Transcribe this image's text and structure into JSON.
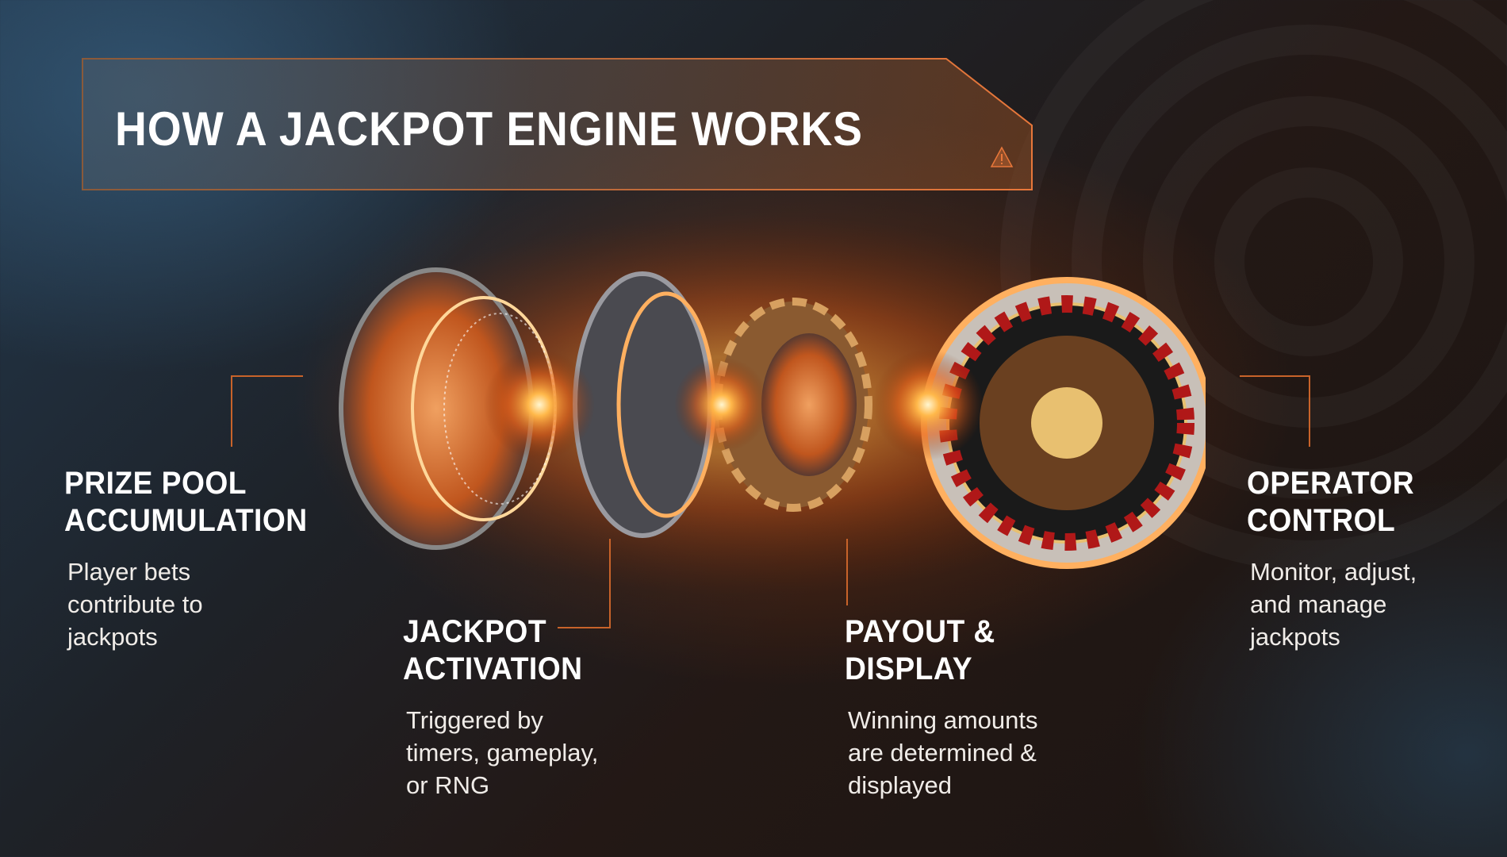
{
  "header": {
    "title": "HOW A JACKPOT ENGINE WORKS",
    "icon": "warning-icon"
  },
  "colors": {
    "accent": "#e8773a",
    "line": "#c8632a",
    "text": "#ffffff"
  },
  "steps": [
    {
      "title_line1": "PRIZE POOL",
      "title_line2": "ACCUMULATION",
      "desc_line1": "Player bets",
      "desc_line2": "contribute to",
      "desc_line3": "jackpots"
    },
    {
      "title_line1": "JACKPOT",
      "title_line2": "ACTIVATION",
      "desc_line1": "Triggered by",
      "desc_line2": "timers, gameplay,",
      "desc_line3": "or RNG"
    },
    {
      "title_line1": "PAYOUT &",
      "title_line2": "DISPLAY",
      "desc_line1": "Winning amounts",
      "desc_line2": "are determined &",
      "desc_line3": "displayed"
    },
    {
      "title_line1": "OPERATOR",
      "title_line2": "CONTROL",
      "desc_line1": "Monitor, adjust,",
      "desc_line2": "and manage",
      "desc_line3": "jackpots"
    }
  ]
}
